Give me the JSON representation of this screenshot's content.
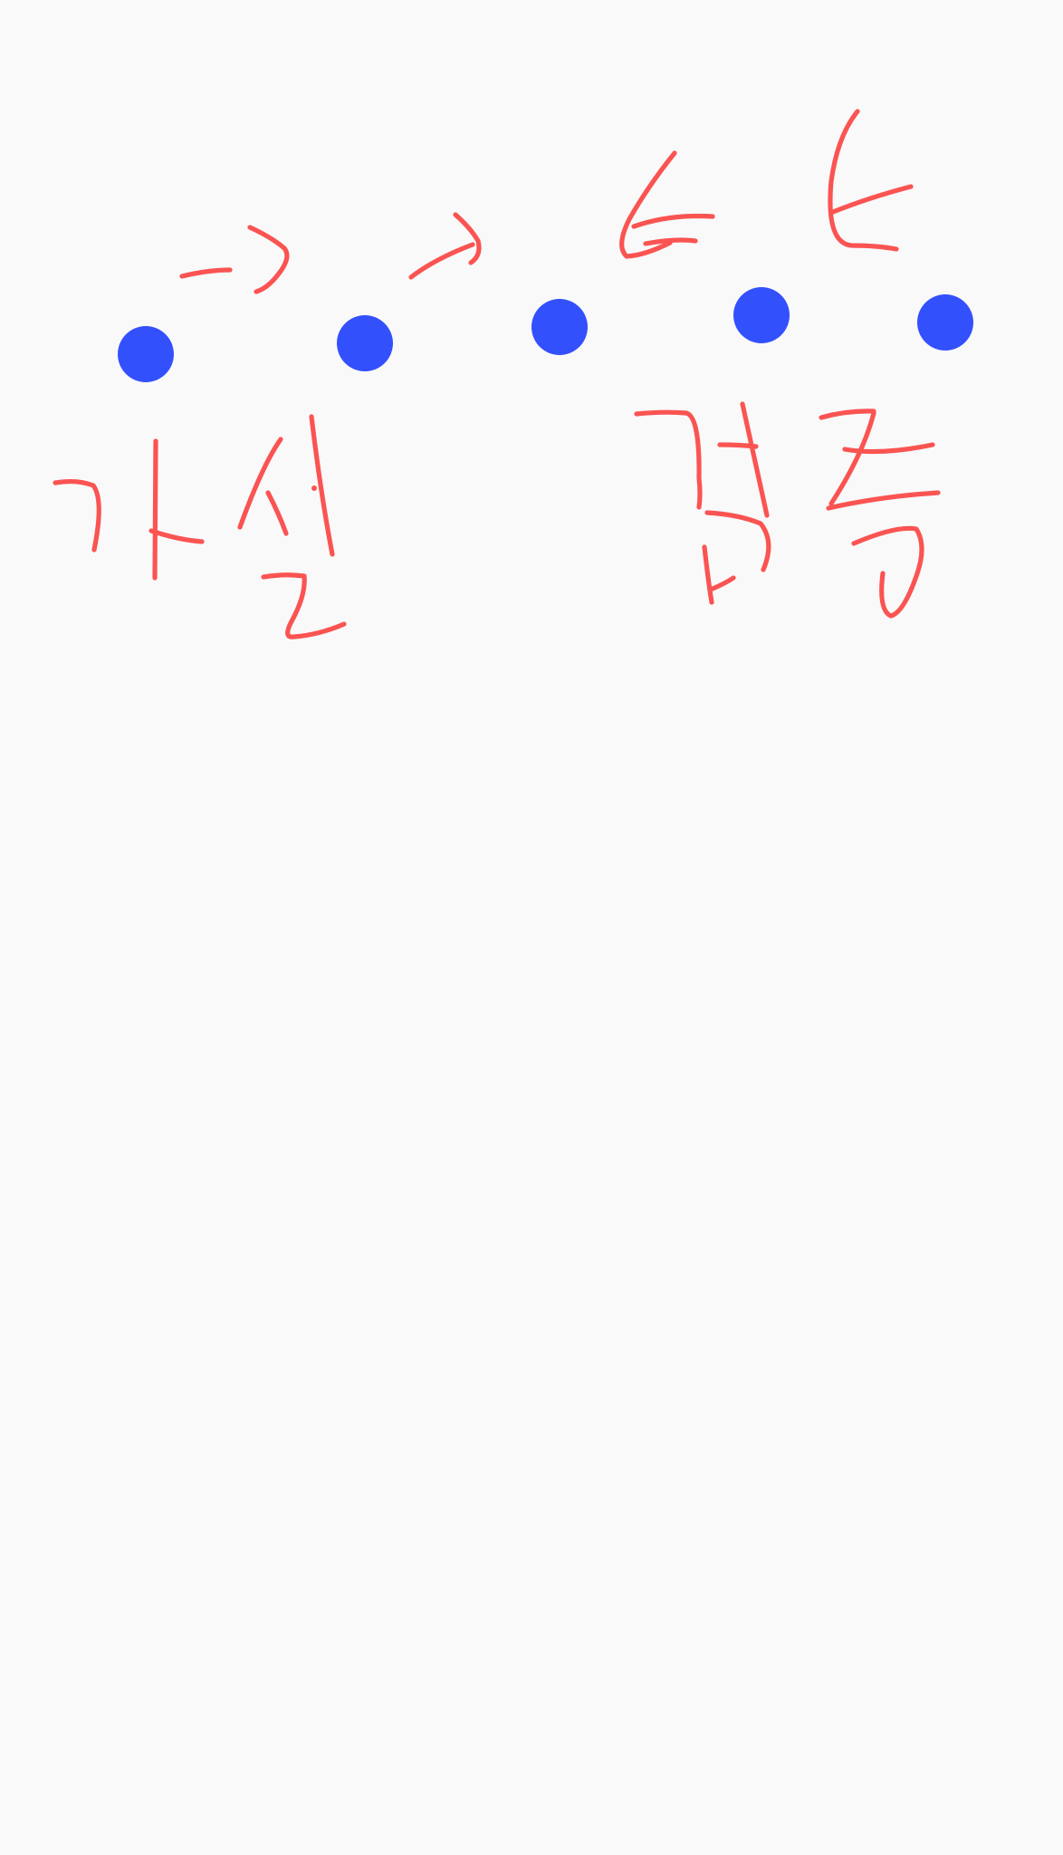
{
  "colors": {
    "background": "#f9f9fa",
    "dot": "#3350fd",
    "ink": "#fa5452"
  },
  "handwritten_labels": [
    {
      "text": "가설"
    },
    {
      "text": "검증"
    }
  ],
  "dots": [
    {
      "label": "dot-1"
    },
    {
      "label": "dot-2"
    },
    {
      "label": "dot-3"
    },
    {
      "label": "dot-4"
    },
    {
      "label": "dot-5"
    }
  ]
}
